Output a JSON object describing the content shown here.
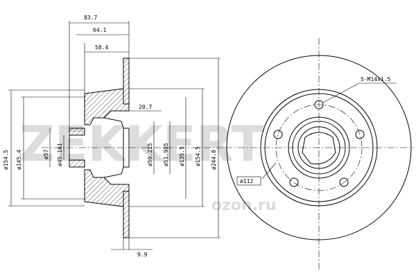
{
  "watermark": {
    "brand": "ZEKKERT",
    "site": "ozon.ru"
  },
  "side_view": {
    "dims_top": [
      "83.7",
      "64.1",
      "58.4"
    ],
    "dim_inner": "20.7",
    "dim_bottom": "9.9",
    "diameters": [
      "ø154.5",
      "ø145.4",
      "ø57",
      "ø45.161",
      "ø50.215",
      "ø51.905",
      "ø135.5",
      "ø154.5",
      "ø244.8"
    ]
  },
  "front_view": {
    "thread_label": "5-M14x1.5",
    "pcd_label": "ø112"
  }
}
